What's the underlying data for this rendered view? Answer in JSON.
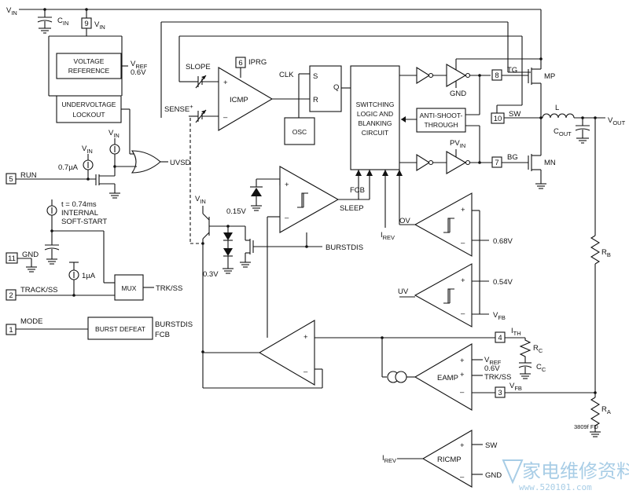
{
  "labels": {
    "vin_top": "V",
    "vin_top_sub": "IN",
    "cin": "C",
    "cin_sub": "IN",
    "vin_pin9": "V",
    "vin_pin9_sub": "IN",
    "vref_line1": "VOLTAGE",
    "vref_line2": "REFERENCE",
    "vref_out": "V",
    "vref_out_sub": "REF",
    "vref_val": "0.6V",
    "uvlo_line1": "UNDERVOLTAGE",
    "uvlo_line2": "LOCKOUT",
    "vin_a": "V",
    "vin_a_sub": "IN",
    "vin_b": "V",
    "vin_b_sub": "IN",
    "current_07": "0.7µA",
    "uvsd": "UVSD",
    "run": "RUN",
    "softstart_t": "t = 0.74ms",
    "softstart_1": "INTERNAL",
    "softstart_2": "SOFT-START",
    "gnd_pin": "GND",
    "current_1u": "1µA",
    "mux": "MUX",
    "trkss_out": "TRK/SS",
    "track_ss": "TRACK/SS",
    "mode": "MODE",
    "burst_defeat": "BURST DEFEAT",
    "burstdis_out": "BURSTDIS",
    "fcb_out": "FCB",
    "slope": "SLOPE",
    "sense": "SENSE",
    "sense_sup": "+",
    "iprg": "IPRG",
    "icmp": "ICMP",
    "clk": "CLK",
    "sr_s": "S",
    "sr_r": "R",
    "sr_q": "Q",
    "osc": "OSC",
    "sw_logic_1": "SWITCHING",
    "sw_logic_2": "LOGIC AND",
    "sw_logic_3": "BLANKING",
    "sw_logic_4": "CIRCUIT",
    "anti_1": "ANTI-SHOOT-",
    "anti_2": "THROUGH",
    "gnd_drv": "GND",
    "pvin": "PV",
    "pvin_sub": "IN",
    "tg": "TG",
    "mp": "MP",
    "sw_pin": "SW",
    "bg": "BG",
    "mn": "MN",
    "ind_l": "L",
    "cout": "C",
    "cout_sub": "OUT",
    "vout": "V",
    "vout_sub": "OUT",
    "rb": "R",
    "rb_sub": "B",
    "ra": "R",
    "ra_sub": "A",
    "vin_c": "V",
    "vin_c_sub": "IN",
    "v015": "0.15V",
    "v03": "0.3V",
    "fcb_in": "FCB",
    "sleep": "SLEEP",
    "burstdis_in": "BURSTDIS",
    "irev_a": "I",
    "irev_a_sub": "REV",
    "ov": "OV",
    "v068": "0.68V",
    "uv": "UV",
    "v054": "0.54V",
    "vfb_a": "V",
    "vfb_a_sub": "FB",
    "ith": "I",
    "ith_sub": "TH",
    "rc": "R",
    "rc_sub": "C",
    "cc": "C",
    "cc_sub": "C",
    "eamp": "EAMP",
    "eamp_vref": "V",
    "eamp_vref_sub": "REF",
    "eamp_06": "0.6V",
    "eamp_trkss": "TRK/SS",
    "vfb_b": "V",
    "vfb_b_sub": "FB",
    "irev_b": "I",
    "irev_b_sub": "REV",
    "ricmp": "RICMP",
    "ricmp_sw": "SW",
    "ricmp_gnd": "GND",
    "fig_code": "3809f FD",
    "watermark_cn": "家电维修资料网",
    "watermark_url": "www.520101.com"
  },
  "pins": {
    "p9": "9",
    "p6": "6",
    "p8": "8",
    "p10": "10",
    "p7": "7",
    "p5": "5",
    "p11": "11",
    "p2": "2",
    "p1": "1",
    "p4": "4",
    "p3": "3"
  }
}
